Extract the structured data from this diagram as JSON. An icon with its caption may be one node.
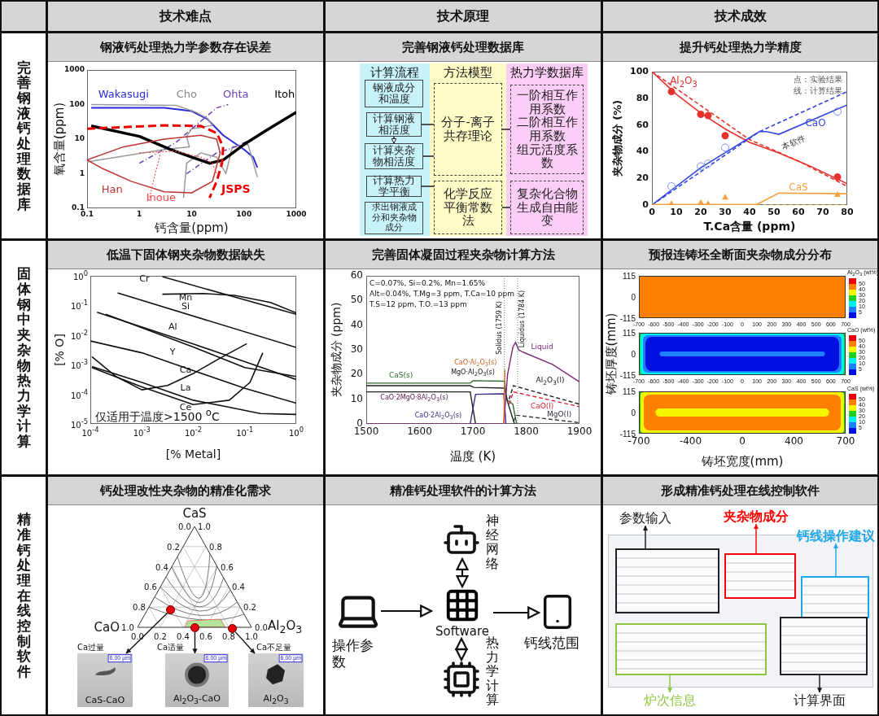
{
  "diagram": {
    "nodes": [
      {
        "text": [
          "技术难点"
        ]
      },
      {
        "text": [
          "技术原理"
        ]
      },
      {
        "text": [
          "技术成效"
        ]
      },
      {
        "text": [
          "完善钢液钙处理数据库"
        ]
      },
      {
        "text": [
          "钢液钙处理热力学参数存在误差"
        ]
      },
      {
        "text": [
          "完善钢液钙处理数据库"
        ]
      },
      {
        "text": [
          "提升钙处理热力学精度"
        ]
      },
      {
        "text": [
          "计算流程"
        ]
      },
      {
        "text": [
          "方法模型"
        ]
      },
      {
        "text": [
          "热力学数据库"
        ]
      },
      {
        "text": [
          "钢液成分和温度"
        ],
        "in": 7
      },
      {
        "text": [
          "计算钢液相活度"
        ],
        "in": 7
      },
      {
        "text": [
          "计算夹杂物相活度"
        ],
        "in": 7
      },
      {
        "text": [
          "计算热力学平衡"
        ],
        "in": 7
      },
      {
        "text": [
          "求出钢液成分和夹杂物成分"
        ],
        "in": 7
      },
      {
        "text": [
          "分子-离子共存理论"
        ],
        "in": 8
      },
      {
        "text": [
          "化学反应平衡常数法"
        ],
        "in": 8
      },
      {
        "text": [
          "一阶相互作用系数",
          "二阶相互作用系数",
          "组元活度系数"
        ],
        "in": 9
      },
      {
        "text": [
          "复杂化合物生成自由能变"
        ],
        "in": 9
      },
      {
        "text": [
          "固体钢中夹杂物热力学计算"
        ]
      },
      {
        "text": [
          "低温下固体钢夹杂物数据缺失"
        ]
      },
      {
        "text": [
          "完善固体凝固过程夹杂物计算方法"
        ]
      },
      {
        "text": [
          "预报连铸坯全断面夹杂物成分分布"
        ]
      },
      {
        "text": [
          "精准钙处理在线控制软件"
        ]
      },
      {
        "text": [
          "钙处理改性夹杂物的精准化需求"
        ]
      },
      {
        "text": [
          "精准钙处理软件的计算方法"
        ]
      },
      {
        "text": [
          "形成精准钙处理在线控制软件"
        ]
      },
      {
        "text": [],
        "shape": "circle"
      },
      {
        "text": [],
        "shape": "circle"
      },
      {
        "text": [],
        "shape": "circle"
      },
      {
        "text": [
          "CaS-CaO"
        ],
        "beside": [
          "Ca过量"
        ]
      },
      {
        "text": [
          "Al$_{2}$O$_{3}$-CaO"
        ],
        "beside": [
          "Ca适量"
        ]
      },
      {
        "text": [
          "Al$_{2}$O$_{3}$"
        ],
        "beside": [
          "Ca不足量"
        ]
      },
      {
        "text": [],
        "shape": "picture",
        "beside": [
          "操作参数"
        ]
      },
      {
        "text": [],
        "shape": "picture",
        "beside": [
          "神经网络"
        ]
      },
      {
        "text": [
          "Software"
        ]
      },
      {
        "text": [],
        "shape": "picture",
        "beside": [
          "热力学计算"
        ]
      },
      {
        "text": [],
        "shape": "picture",
        "beside": [
          "钙线范围"
        ]
      },
      {
        "text": [],
        "shape": "picture"
      },
      {
        "text": [
          "参数输入"
        ]
      },
      {
        "text": [
          "夹杂物成分"
        ]
      },
      {
        "text": [
          "钙线操作建议"
        ]
      },
      {
        "text": [],
        "shape": "box",
        "in": 38
      },
      {
        "text": [],
        "shape": "box",
        "in": 38
      },
      {
        "text": [],
        "shape": "box",
        "in": 38
      },
      {
        "text": [],
        "shape": "box",
        "in": 38
      },
      {
        "text": [],
        "shape": "box",
        "in": 38
      },
      {
        "text": [
          "炉次信息"
        ]
      },
      {
        "text": [
          "计算界面"
        ]
      }
    ],
    "edges": [
      {
        "from": 11,
        "to": 12,
        "arrow": "to"
      },
      {
        "from": 11,
        "to": 15,
        "arrow": "none"
      },
      {
        "from": 12,
        "to": 15,
        "arrow": "none"
      },
      {
        "from": 13,
        "to": 16,
        "arrow": "none"
      },
      {
        "from": 15,
        "to": 17,
        "arrow": "none"
      },
      {
        "from": 16,
        "to": 18,
        "arrow": "none"
      },
      {
        "from": 27,
        "to": 30,
        "arrow": "to"
      },
      {
        "from": 28,
        "to": 31,
        "arrow": "to"
      },
      {
        "from": 29,
        "to": 32,
        "arrow": "to"
      },
      {
        "from": 33,
        "to": 35,
        "arrow": "to"
      },
      {
        "from": 34,
        "to": 35,
        "arrow": "both"
      },
      {
        "from": 35,
        "to": 36,
        "arrow": "both"
      },
      {
        "from": 35,
        "to": 37,
        "arrow": "to"
      },
      {
        "from": 42,
        "to": 39,
        "arrow": "to"
      },
      {
        "from": 43,
        "to": 40,
        "arrow": "to",
        "color": "#ff0000"
      },
      {
        "from": 44,
        "to": 41,
        "arrow": "to",
        "color": "#1ea7e8"
      },
      {
        "from": 45,
        "to": 47,
        "arrow": "to",
        "color": "#8cc63f"
      },
      {
        "from": 46,
        "to": 48,
        "arrow": "to"
      }
    ],
    "labels": [
      "1000",
      "100",
      "10",
      "1",
      "0.1",
      "0.1",
      "1",
      "10",
      "100",
      "1000",
      "氧含量(ppm)",
      "钙含量(ppm)",
      "Wakasugi",
      "Cho",
      "Ohta",
      "Itoh",
      "Han",
      "Inoue",
      "JSPS",
      "100",
      "80",
      "60",
      "40",
      "20",
      "0",
      "0",
      "10",
      "20",
      "30",
      "40",
      "50",
      "60",
      "70",
      "80",
      "夹杂物成分 (%)",
      "T.Ca含量 (ppm)",
      "点：实验结果",
      "线：计算结果",
      "Al$_{2}$O$_{3}$",
      "本软件",
      "CaO",
      "CaS",
      "10$^{0}$",
      "10$^{-1}$",
      "10$^{-2}$",
      "10$^{-3}$",
      "10$^{-4}$",
      "10$^{-5}$",
      "10$^{-4}$",
      "10$^{-3}$",
      "10$^{-2}$",
      "10$^{-1}$",
      "10$^{0}$",
      "[% O]",
      "[% Metal]",
      "Cr",
      "Mn",
      "Si",
      "Al",
      "Y",
      "Ca",
      "La",
      "Ce",
      "仅适用于温度>1500 $^{o}$C",
      "60",
      "50",
      "40",
      "30",
      "20",
      "10",
      "0",
      "1500",
      "1600",
      "1700",
      "1800",
      "1900",
      "夹杂物成分 (ppm)",
      "温度 (K)",
      "C=0.07%, Si=0.2%, Mn=1.65%",
      "Alt=0.04%, T.Mg=3 ppm, T.Ca=10 ppm",
      "T.S=12 ppm, T.O.=13 ppm",
      "Solidus (1759 K)",
      "Liquidus (1784 K)",
      "Liquid",
      "CaO·Al$_{2}$O$_{3}$(s)",
      "CaS(s)",
      "MgO·Al$_{2}$O$_{3}$(s)",
      "CaO·2MgO·8Al$_{2}$O$_{3}$(s)",
      "CaO·2Al$_{2}$O$_{3}$(s)",
      "Al$_{2}$O$_{3}$(l)",
      "CaO(l)",
      "MgO(l)",
      "铸坯厚度(mm)",
      "115",
      "0",
      "-115",
      "-700",
      "-600",
      "-500",
      "-400",
      "-300",
      "-200",
      "-100",
      "0",
      "100",
      "200",
      "300",
      "400",
      "500",
      "600",
      "700",
      "Al$_{2}$O$_{3}$ (wt%)",
      "50",
      "40",
      "30",
      "20",
      "10",
      "5",
      "115",
      "0",
      "-115",
      "-700",
      "-600",
      "-500",
      "-400",
      "-300",
      "-200",
      "-100",
      "0",
      "100",
      "200",
      "300",
      "400",
      "500",
      "600",
      "700",
      "CaO (wt%)",
      "50",
      "40",
      "30",
      "20",
      "10",
      "5",
      "115",
      "0",
      "-115",
      "CaS (wt%)",
      "50",
      "40",
      "30",
      "20",
      "10",
      "5",
      "-700",
      "-400",
      "0",
      "400",
      "700",
      "铸坯宽度(mm)",
      "CaS",
      "CaO",
      "Al$_{2}$O$_{3}$",
      "0.0",
      "0.2",
      "0.4",
      "0.6",
      "0.8",
      "1.0",
      "1.0",
      "0.8",
      "0.6",
      "0.4",
      "0.2",
      "0.0",
      "0.0",
      "0.2",
      "0.4",
      "0.6",
      "0.8",
      "1.0",
      "6.00 μm",
      "6.00 μm",
      "6.00 μm"
    ]
  }
}
